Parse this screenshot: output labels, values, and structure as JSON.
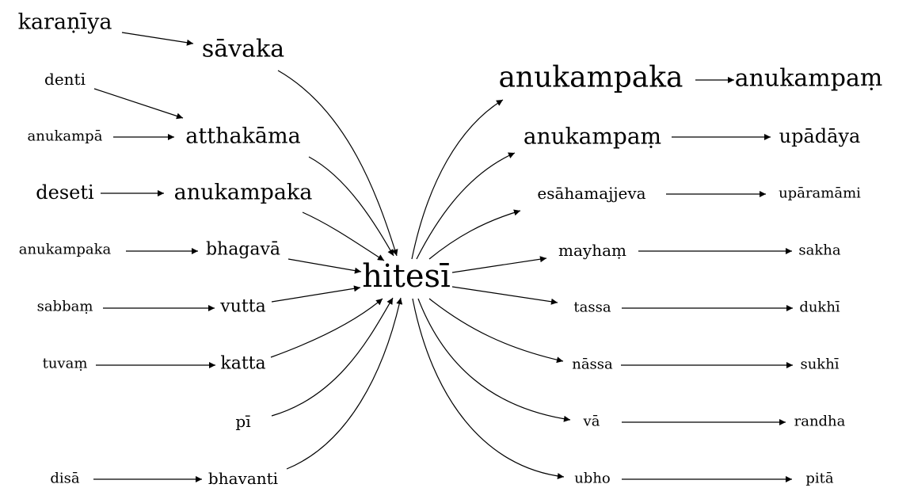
{
  "graph": {
    "center": "hitesī",
    "left_chains": [
      {
        "source": "karaṇīya",
        "target": "sāvaka"
      },
      {
        "source": "denti",
        "target": "atthakāma"
      },
      {
        "source": "anukampā",
        "target": "atthakāma"
      },
      {
        "source": "deseti",
        "target": "anukampaka"
      },
      {
        "source": "anukampaka",
        "target": "bhagavā"
      },
      {
        "source": "sabbaṃ",
        "target": "vutta"
      },
      {
        "source": "tuvaṃ",
        "target": "katta"
      },
      {
        "source": "disā",
        "target": "bhavanti"
      }
    ],
    "left_into_center": [
      "sāvaka",
      "atthakāma",
      "anukampaka",
      "bhagavā",
      "vutta",
      "katta",
      "pī",
      "bhavanti"
    ],
    "center_out": [
      "anukampaka",
      "anukampaṃ",
      "esāhamajjeva",
      "mayhaṃ",
      "tassa",
      "nāssa",
      "vā",
      "ubho"
    ],
    "right_chains": [
      {
        "source": "anukampaka",
        "target": "anukampaṃ"
      },
      {
        "source": "anukampaṃ",
        "target": "upādāya"
      },
      {
        "source": "esāhamajjeva",
        "target": "upāramāmi"
      },
      {
        "source": "mayhaṃ",
        "target": "sakha"
      },
      {
        "source": "tassa",
        "target": "dukhī"
      },
      {
        "source": "nāssa",
        "target": "sukhī"
      },
      {
        "source": "vā",
        "target": "randha"
      },
      {
        "source": "ubho",
        "target": "pitā"
      }
    ]
  }
}
